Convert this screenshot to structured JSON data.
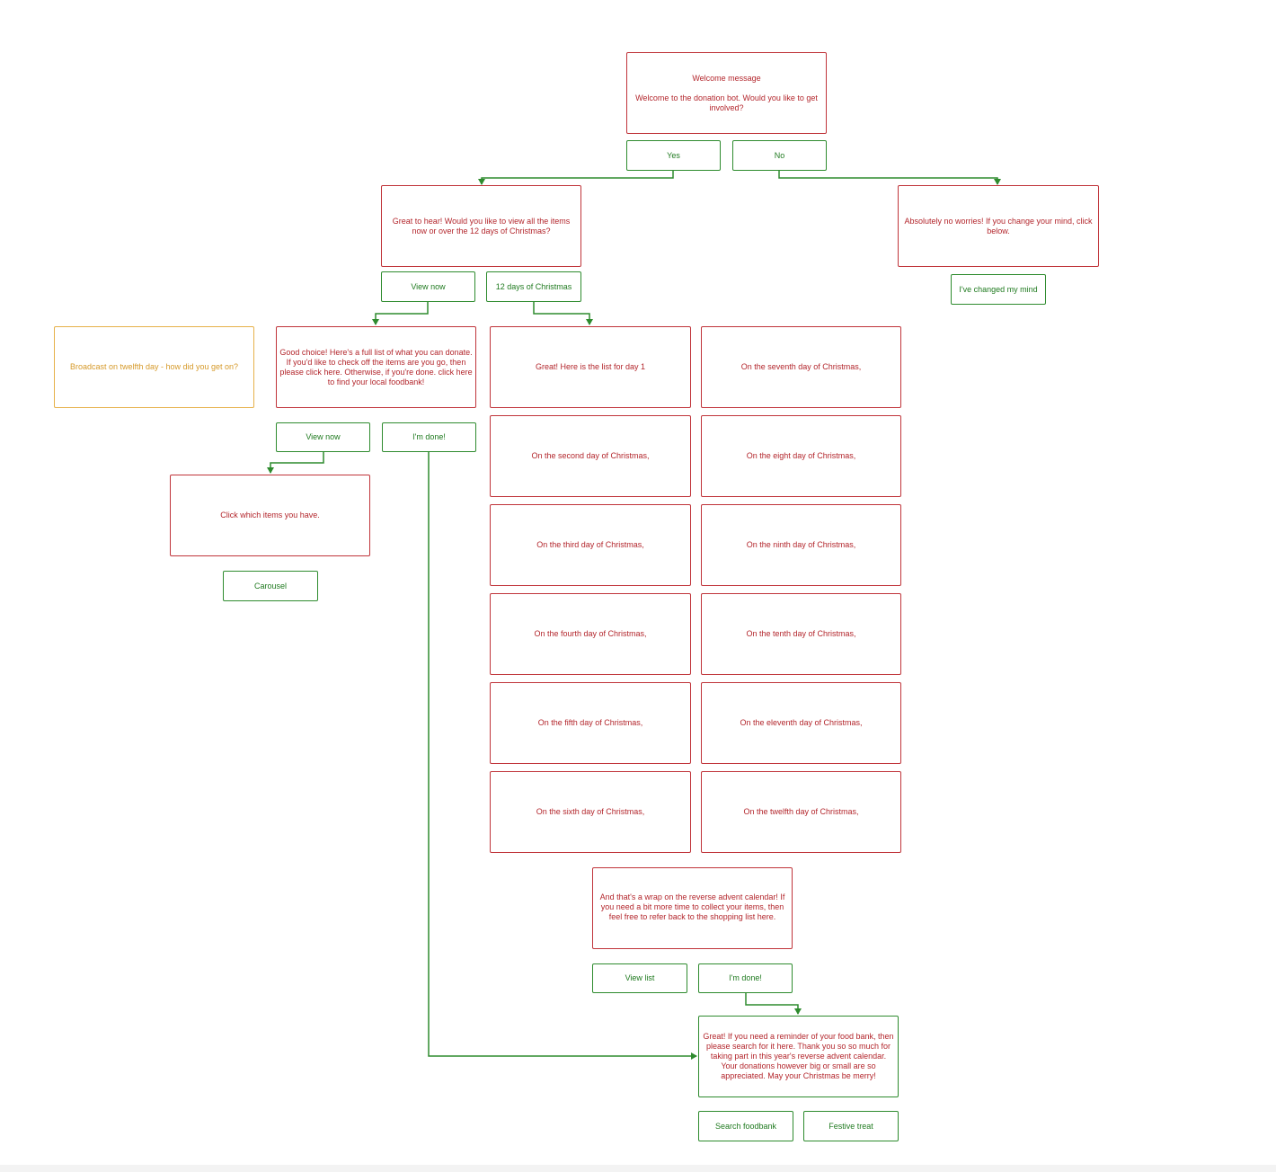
{
  "colors": {
    "message_border": "#c0343a",
    "message_text": "#b3262c",
    "button_border": "#2e8b2e",
    "button_text": "#1f7a1f",
    "broadcast": "#e6b14a",
    "connector": "#2e8b2e"
  },
  "welcome": {
    "title": "Welcome message",
    "text": "Welcome to the donation bot. Would you like to get involved?"
  },
  "welcome_buttons": {
    "yes": "Yes",
    "no": "No"
  },
  "great_to_hear": "Great to hear! Would you like to view all the items now or over the 12 days of Christmas?",
  "no_worries": "Absolutely no worries! If you change your mind, click below.",
  "changed_mind": "I've changed my mind",
  "choice_buttons": {
    "view_now": "View now",
    "twelve_days": "12 days of Christmas"
  },
  "broadcast": "Broadcast on twelfth day - how did you get on?",
  "good_choice": "Good choice! Here's a full list of what you can donate. If you'd like to check off the items are you go, then please click here. Otherwise, if you're done. click here to find your local foodbank!",
  "good_choice_buttons": {
    "view_now": "View now",
    "done": "I'm done!"
  },
  "click_items": "Click which items you have.",
  "carousel": "Carousel",
  "days_left": [
    "Great! Here is the list for day 1",
    "On the second day of Christmas,",
    "On the third day of Christmas,",
    "On the fourth day of Christmas,",
    "On the fifth day of Christmas,",
    "On the sixth day of Christmas,"
  ],
  "days_right": [
    "On the seventh day of Christmas,",
    "On the eight day of Christmas,",
    "On the ninth day of Christmas,",
    "On the tenth day of Christmas,",
    "On the eleventh day of Christmas,",
    "On the twelfth day of Christmas,"
  ],
  "wrap": "And that's a wrap on the reverse advent calendar! If you need a bit more time to collect your items, then feel free to refer back to the shopping list here.",
  "wrap_buttons": {
    "view_list": "View list",
    "done": "I'm done!"
  },
  "final": "Great! If you need a reminder of your food bank, then please search for it here. Thank you  so so much for taking part in this year's reverse advent calendar. Your donations however big or small are so appreciated. May your Christmas be merry!",
  "final_buttons": {
    "search": "Search foodbank",
    "treat": "Festive treat"
  }
}
